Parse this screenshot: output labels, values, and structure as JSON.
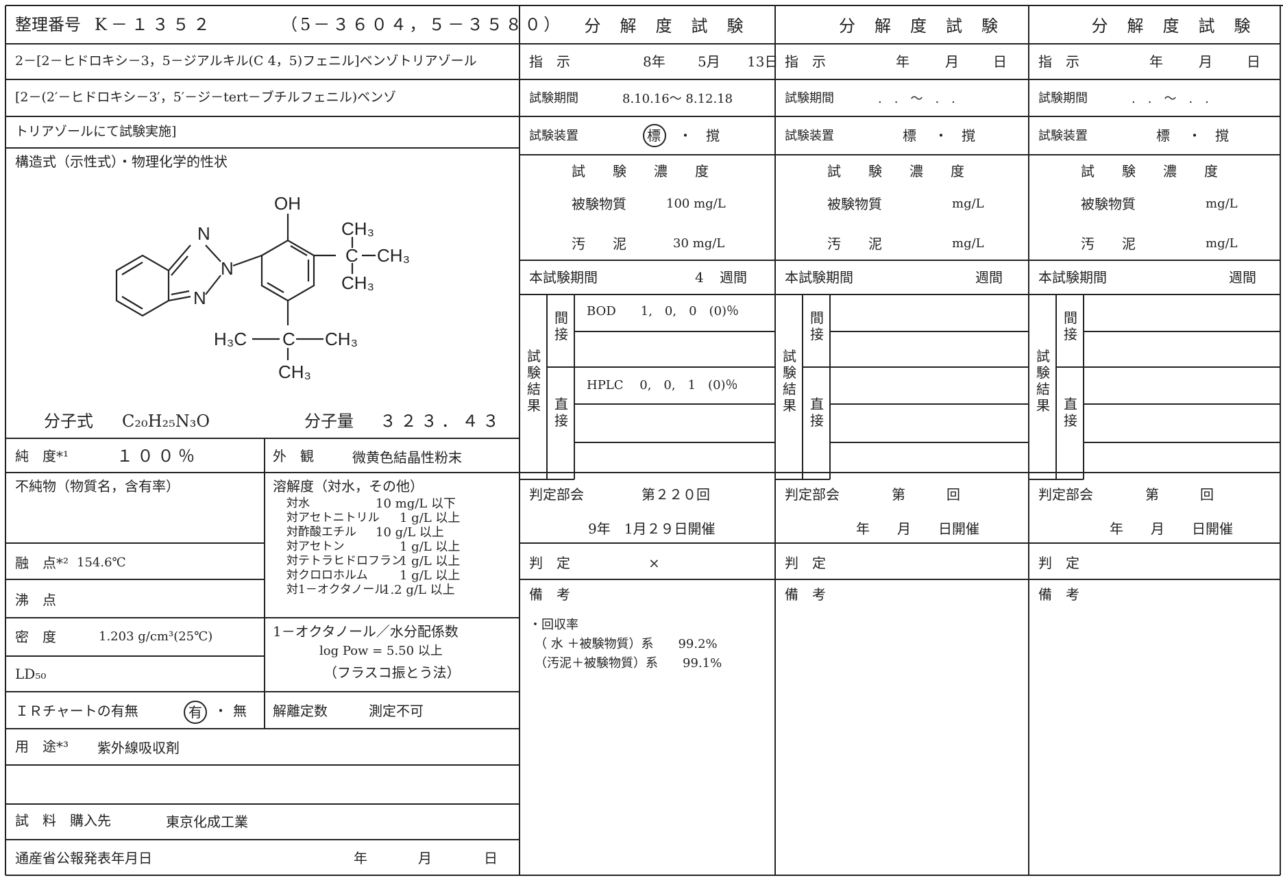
{
  "left": {
    "ref_label": "整理番号",
    "ref_no": "K－１３５２",
    "ref_extra": "（5－３６０４，５－３５８０）",
    "name_line1": "2－[2－ヒドロキシ－3，5－ジアルキル(C 4，5)フェニル]ベンゾトリアゾール",
    "name_line2": "[2－(2′－ヒドロキシ－3′，5′－ジ－tert－ブチルフェニル)ベンゾ",
    "name_line3": "トリアゾールにて試験実施]",
    "struct_label": "構造式（示性式）・物理化学的性状",
    "formula_label": "分子式",
    "formula": "C₂₀H₂₅N₃O",
    "mw_label": "分子量",
    "mw": "３２３．４３",
    "purity_label": "純　度*¹",
    "purity": "１００％",
    "appearance_label": "外　観",
    "appearance": "微黄色結晶性粉末",
    "impurity_label": "不純物（物質名，含有率）",
    "solubility_label": "溶解度（対水，その他）",
    "solubility": [
      {
        "solvent": "対水",
        "value": "10 mg/L 以下"
      },
      {
        "solvent": "対アセトニトリル",
        "value": "1 g/L 以上"
      },
      {
        "solvent": "対酢酸エチル",
        "value": "10 g/L 以上"
      },
      {
        "solvent": "対アセトン",
        "value": "1 g/L 以上"
      },
      {
        "solvent": "対テトラヒドロフラン",
        "value": "1 g/L 以上"
      },
      {
        "solvent": "対クロロホルム",
        "value": "1 g/L 以上"
      },
      {
        "solvent": "対1－オクタノール",
        "value": "1.2 g/L 以上"
      }
    ],
    "mp_label": "融　点*²",
    "mp": "154.6℃",
    "bp_label": "沸　点",
    "density_label": "密　度",
    "density": "1.203 g/cm³(25℃)",
    "ld50_label": "LD₅₀",
    "partition_label": "1－オクタノール／水分配係数",
    "partition_value": "log Pow = 5.50 以上",
    "partition_method": "（フラスコ振とう法）",
    "ir_label": "ＩＲチャートの有無",
    "ir_yes": "有",
    "ir_sep": "・",
    "ir_no": "無",
    "dissoc_label": "解離定数",
    "dissoc_value": "測定不可",
    "use_label": "用　途*³",
    "use_value": "紫外線吸収剤",
    "sample_label": "試　料　購入先",
    "sample_value": "東京化成工業",
    "publish_label": "通産省公報発表年月日",
    "publish_y": "年",
    "publish_m": "月",
    "publish_d": "日"
  },
  "columns": [
    {
      "title": "分　解　度　試　験",
      "instr_label": "指　示",
      "instr_y": "8年",
      "instr_m": "5月",
      "instr_d": "13日",
      "period_label": "試験期間",
      "period": "8.10.16～ 8.12.18",
      "apparatus_label": "試験装置",
      "app_std": "標",
      "app_dot": "・",
      "app_shake": "撹",
      "conc_header": "試　　験　　濃　　度",
      "subst_label": "被験物質",
      "subst_value": "100 mg/L",
      "sludge_label": "汚　　泥",
      "sludge_value": "30 mg/L",
      "main_label": "本試験期間",
      "main_value": "4",
      "main_unit": "週間",
      "result_label": "試験結果",
      "indirect_label": "間接",
      "direct_label": "直接",
      "bod_row": "BOD　　1,　0,　0　(0)％",
      "hplc_row": "HPLC　 0,　0,　1　(0)％",
      "panel_label": "判定部会",
      "panel_no": "第２２０回",
      "panel_date": "9年　1月２９日開催",
      "verdict_label": "判　定",
      "verdict": "×",
      "remarks_label": "備　考",
      "remarks": [
        "・回収率",
        "（ 水 ＋被験物質）系　　99.2%",
        "（汚泥＋被験物質）系　　99.1%"
      ]
    },
    {
      "title": "分　解　度　試　験",
      "instr_label": "指　示",
      "instr_y": "年",
      "instr_m": "月",
      "instr_d": "日",
      "period_label": "試験期間",
      "period": ".　.　～　.　.",
      "apparatus_label": "試験装置",
      "app_std": "標",
      "app_dot": "・",
      "app_shake": "撹",
      "conc_header": "試　　験　　濃　　度",
      "subst_label": "被験物質",
      "subst_value": "mg/L",
      "sludge_label": "汚　　泥",
      "sludge_value": "mg/L",
      "main_label": "本試験期間",
      "main_value": "",
      "main_unit": "週間",
      "result_label": "試験結果",
      "indirect_label": "間接",
      "direct_label": "直接",
      "bod_row": "",
      "hplc_row": "",
      "panel_label": "判定部会",
      "panel_no": "第　　　回",
      "panel_date": "年　　月　　日開催",
      "verdict_label": "判　定",
      "verdict": "",
      "remarks_label": "備　考",
      "remarks": []
    },
    {
      "title": "分　解　度　試　験",
      "instr_label": "指　示",
      "instr_y": "年",
      "instr_m": "月",
      "instr_d": "日",
      "period_label": "試験期間",
      "period": ".　.　～　.　.",
      "apparatus_label": "試験装置",
      "app_std": "標",
      "app_dot": "・",
      "app_shake": "撹",
      "conc_header": "試　　験　　濃　　度",
      "subst_label": "被験物質",
      "subst_value": "mg/L",
      "sludge_label": "汚　　泥",
      "sludge_value": "mg/L",
      "main_label": "本試験期間",
      "main_value": "",
      "main_unit": "週間",
      "result_label": "試験結果",
      "indirect_label": "間接",
      "direct_label": "直接",
      "bod_row": "",
      "hplc_row": "",
      "panel_label": "判定部会",
      "panel_no": "第　　　回",
      "panel_date": "年　　月　　日開催",
      "verdict_label": "判　定",
      "verdict": "",
      "remarks_label": "備　考",
      "remarks": []
    }
  ],
  "structure": {
    "oh": "OH",
    "ch3_top": "CH₃",
    "c_mid": "C",
    "ch3_right": "CH₃",
    "ch3_bot": "CH₃",
    "h3c_left": "H₃C",
    "c_low": "C",
    "ch3_low_right": "CH₃",
    "ch3_low_bot": "CH₃",
    "n1": "N",
    "n2": "N",
    "n3": "N"
  }
}
